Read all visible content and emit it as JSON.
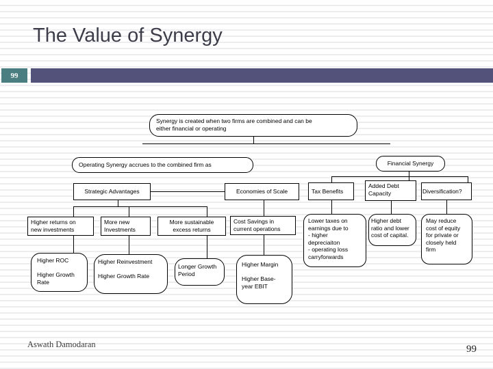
{
  "slide": {
    "title": "The Value of Synergy",
    "slide_number_badge": "99",
    "footer": {
      "author": "Aswath Damodaran",
      "page_number": "99"
    }
  },
  "colors": {
    "badge_teal": "#4A7E80",
    "header_bar_slate": "#52527B",
    "title_text": "#3D3D4A",
    "diagram_lines": "#000000",
    "node_fill": "#FFFFFF"
  },
  "diagram": {
    "nodes": {
      "synergy_root": {
        "shape": "rounded",
        "text": "Synergy is created when two firms are combined and can be\neither financial or operating"
      },
      "operating_synergy": {
        "shape": "rounded",
        "text": "Operating Synergy accrues to the combined firm as"
      },
      "financial_synergy": {
        "shape": "rounded",
        "text": "Financial Synergy"
      },
      "strategic_advantages": {
        "shape": "rect",
        "text": "Strategic Advantages"
      },
      "economies_of_scale": {
        "shape": "rect",
        "text": "Economies of Scale"
      },
      "tax_benefits": {
        "shape": "rect",
        "text": "Tax Benefits"
      },
      "added_debt_capacity": {
        "shape": "rect",
        "text": "Added Debt\nCapacity"
      },
      "diversification": {
        "shape": "rect",
        "text": "Diversification?"
      },
      "higher_returns": {
        "shape": "rect",
        "text": "Higher returns on\nnew investments"
      },
      "more_new_investments": {
        "shape": "rect",
        "text": "More new\nInvestments"
      },
      "more_sustainable": {
        "shape": "rect",
        "text": "More sustainable\nexcess returns"
      },
      "cost_savings": {
        "shape": "rect",
        "text": "Cost Savings in\ncurrent operations"
      },
      "lower_taxes": {
        "shape": "rounded",
        "text": "Lower taxes on\nearnings due to\n- higher\ndepreciaiton\n- operating loss\ncarryforwards"
      },
      "higher_debt": {
        "shape": "rounded",
        "text": "Higher debt\nratio and lower\ncost of capital."
      },
      "may_reduce": {
        "shape": "rounded",
        "text": "May reduce\ncost of equity\nfor private or\nclosely held\nfirm"
      },
      "higher_roc": {
        "shape": "rounded",
        "text": "Higher ROC\n\nHigher Growth\nRate"
      },
      "higher_reinvestment": {
        "shape": "rounded",
        "text": "Higher Reinvestment\n\nHigher Growth Rate"
      },
      "longer_growth": {
        "shape": "rounded",
        "text": "Longer Growth\nPeriod"
      },
      "higher_margin": {
        "shape": "rounded",
        "text": "Higher Margin\n\nHigher Base-\nyear EBIT"
      }
    }
  }
}
